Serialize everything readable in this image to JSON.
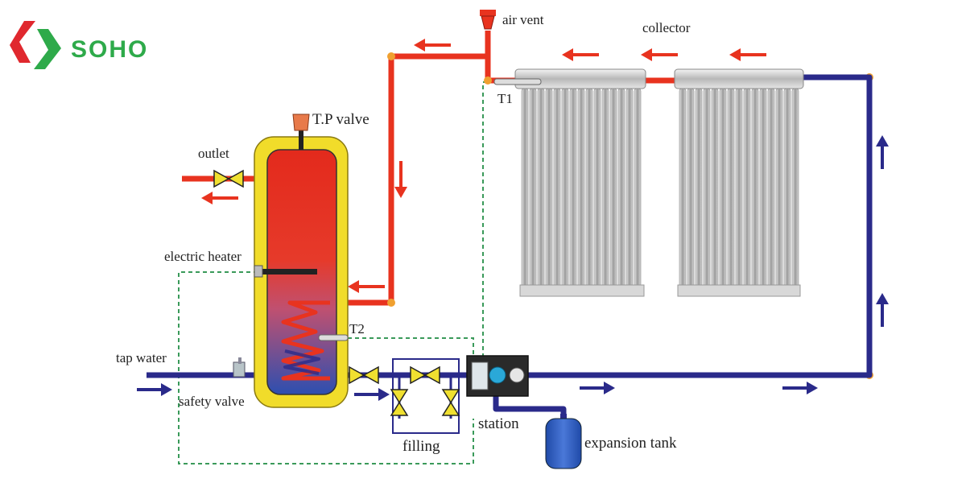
{
  "brand": {
    "name": "SOHO",
    "primary_color": "#2eaa4a",
    "accent_color": "#e0282e"
  },
  "labels": {
    "air_vent": "air  vent",
    "collector": "collector",
    "tp_valve": "T.P valve",
    "outlet": "outlet",
    "electric_heater": "electric heater",
    "tap_water": "tap water",
    "safety_valve": "safety valve",
    "t1": "T1",
    "t2": "T2",
    "filling": "filling",
    "station": "station",
    "expansion_tank": "expansion tank"
  },
  "colors": {
    "hot_pipe": "#e8331f",
    "cold_pipe": "#2a2a8a",
    "tank_shell": "#f1dc2a",
    "control_line": "#3a9a5a"
  }
}
